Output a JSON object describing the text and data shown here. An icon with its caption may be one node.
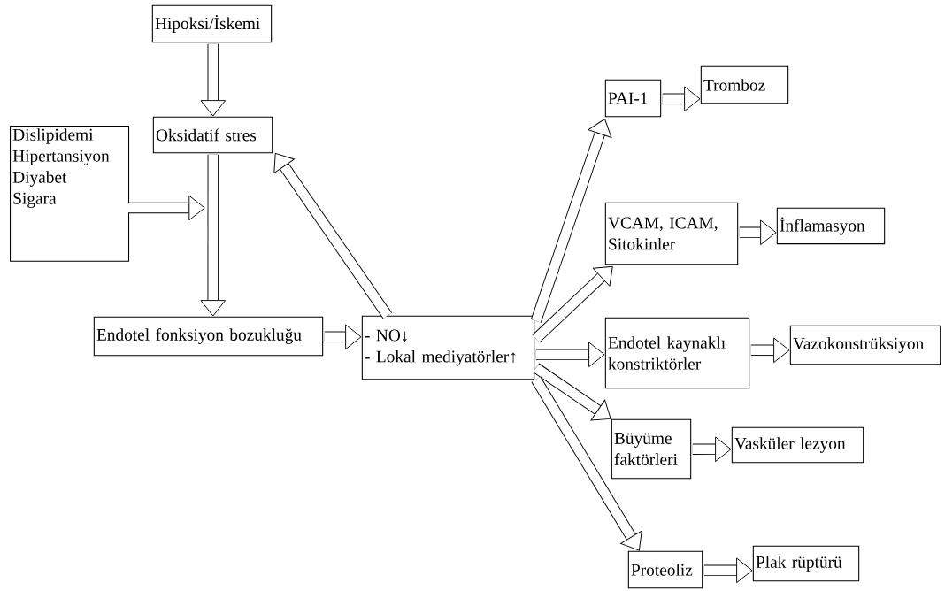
{
  "diagram": {
    "nodes": [
      {
        "text": [
          "Hipoksi/İskemi"
        ]
      },
      {
        "text": [
          "Oksidatif stres"
        ]
      },
      {
        "text": [
          "Dislipidemi",
          "Hipertansiyon",
          "Diyabet",
          "Sigara"
        ]
      },
      {
        "text": [
          "Endotel fonksiyon bozukluğu"
        ]
      },
      {
        "text": [
          "- NO↓",
          "- Lokal mediyatörler↑"
        ]
      },
      {
        "text": [
          "PAI-1"
        ]
      },
      {
        "text": [
          "Tromboz"
        ]
      },
      {
        "text": [
          "VCAM, ICAM, Sitokinler"
        ]
      },
      {
        "text": [
          "İnflamasyon"
        ]
      },
      {
        "text": [
          "Endotel kaynaklı konstriktörler"
        ]
      },
      {
        "text": [
          "Vazokonstrüksiyon"
        ]
      },
      {
        "text": [
          "Büyüme faktörleri"
        ]
      },
      {
        "text": [
          "Vasküler lezyon"
        ]
      },
      {
        "text": [
          "Proteoliz"
        ]
      },
      {
        "text": [
          "Plak rüptürü"
        ]
      }
    ],
    "edges": [
      {
        "from": 0,
        "to": 1,
        "arrow": "to"
      },
      {
        "from": 1,
        "to": 3,
        "arrow": "to"
      },
      {
        "from": 2,
        "to": null,
        "arrow": "to"
      },
      {
        "from": 3,
        "to": 4,
        "arrow": "to"
      },
      {
        "from": 4,
        "to": 1,
        "arrow": "to"
      },
      {
        "from": 4,
        "to": 5,
        "arrow": "to"
      },
      {
        "from": 4,
        "to": 7,
        "arrow": "to"
      },
      {
        "from": 4,
        "to": 9,
        "arrow": "to"
      },
      {
        "from": 4,
        "to": 11,
        "arrow": "to"
      },
      {
        "from": 4,
        "to": 13,
        "arrow": "to"
      },
      {
        "from": 5,
        "to": 6,
        "arrow": "to"
      },
      {
        "from": 7,
        "to": 8,
        "arrow": "to"
      },
      {
        "from": 9,
        "to": 10,
        "arrow": "to"
      },
      {
        "from": 11,
        "to": 12,
        "arrow": "to"
      },
      {
        "from": 13,
        "to": 14,
        "arrow": "to"
      }
    ]
  }
}
